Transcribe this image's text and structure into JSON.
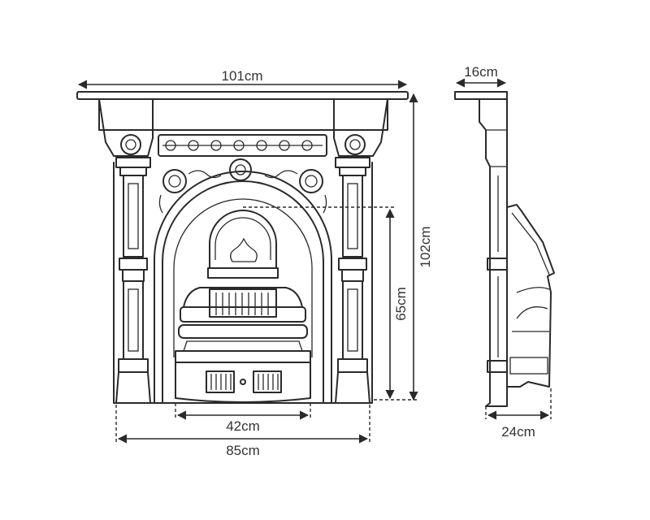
{
  "dimensions": {
    "overall_width": "101cm",
    "overall_height": "102cm",
    "opening_height": "65cm",
    "insert_width": "42cm",
    "base_width": "85cm",
    "side_shelf_depth": "16cm",
    "side_depth": "24cm"
  },
  "colors": {
    "line": "#2a2a2a",
    "label": "#333333",
    "background": "#ffffff"
  }
}
